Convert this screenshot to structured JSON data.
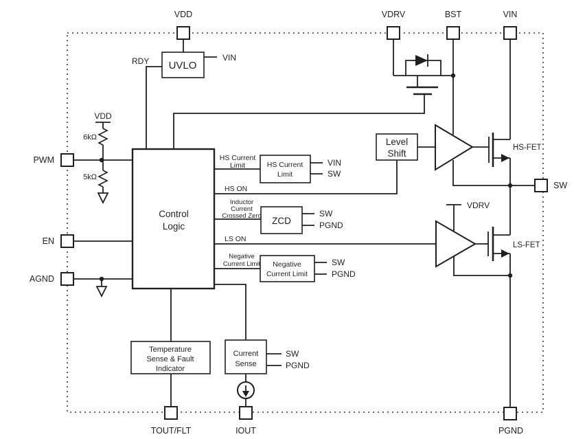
{
  "diagram": {
    "kind": "functional-block-diagram",
    "line_color": "#1f1f1f",
    "background": "#ffffff"
  },
  "pins": {
    "vdd": "VDD",
    "vdrv": "VDRV",
    "bst": "BST",
    "vin": "VIN",
    "pwm": "PWM",
    "en": "EN",
    "agnd": "AGND",
    "sw": "SW",
    "tout_flt": "TOUT/FLT",
    "iout": "IOUT",
    "pgnd": "PGND"
  },
  "blocks": {
    "uvlo": "UVLO",
    "control_logic": {
      "line1": "Control",
      "line2": "Logic"
    },
    "hs_current_limit": {
      "line1": "HS Current",
      "line2": "Limit"
    },
    "zcd": "ZCD",
    "negative_current_limit": {
      "line1": "Negative",
      "line2": "Current Limit"
    },
    "level_shift": {
      "line1": "Level",
      "line2": "Shift"
    },
    "temp_sense": {
      "line1": "Temperature",
      "line2": "Sense & Fault",
      "line3": "Indicator"
    },
    "current_sense": {
      "line1": "Current",
      "line2": "Sense"
    }
  },
  "signals": {
    "rdy": "RDY",
    "hs_current_limit": {
      "line1": "HS Current",
      "line2": "Limit"
    },
    "hs_on": "HS ON",
    "inductor_zero": {
      "line1": "Inductor",
      "line2": "Current",
      "line3": "Crossed Zero"
    },
    "ls_on": "LS ON",
    "negative_current_limit": {
      "line1": "Negative",
      "line2": "Current Limit"
    }
  },
  "nets": {
    "uvlo_vin": "VIN",
    "divider_vdd": "VDD",
    "ls_driver_vdrv": "VDRV",
    "hs_cl_vin": "VIN",
    "hs_cl_sw": "SW",
    "zcd_sw": "SW",
    "zcd_pgnd": "PGND",
    "neg_sw": "SW",
    "neg_pgnd": "PGND",
    "cs_sw": "SW",
    "cs_pgnd": "PGND"
  },
  "components": {
    "r_upper": "6kΩ",
    "r_lower": "5kΩ",
    "hs_fet": "HS-FET",
    "ls_fet": "LS-FET"
  }
}
